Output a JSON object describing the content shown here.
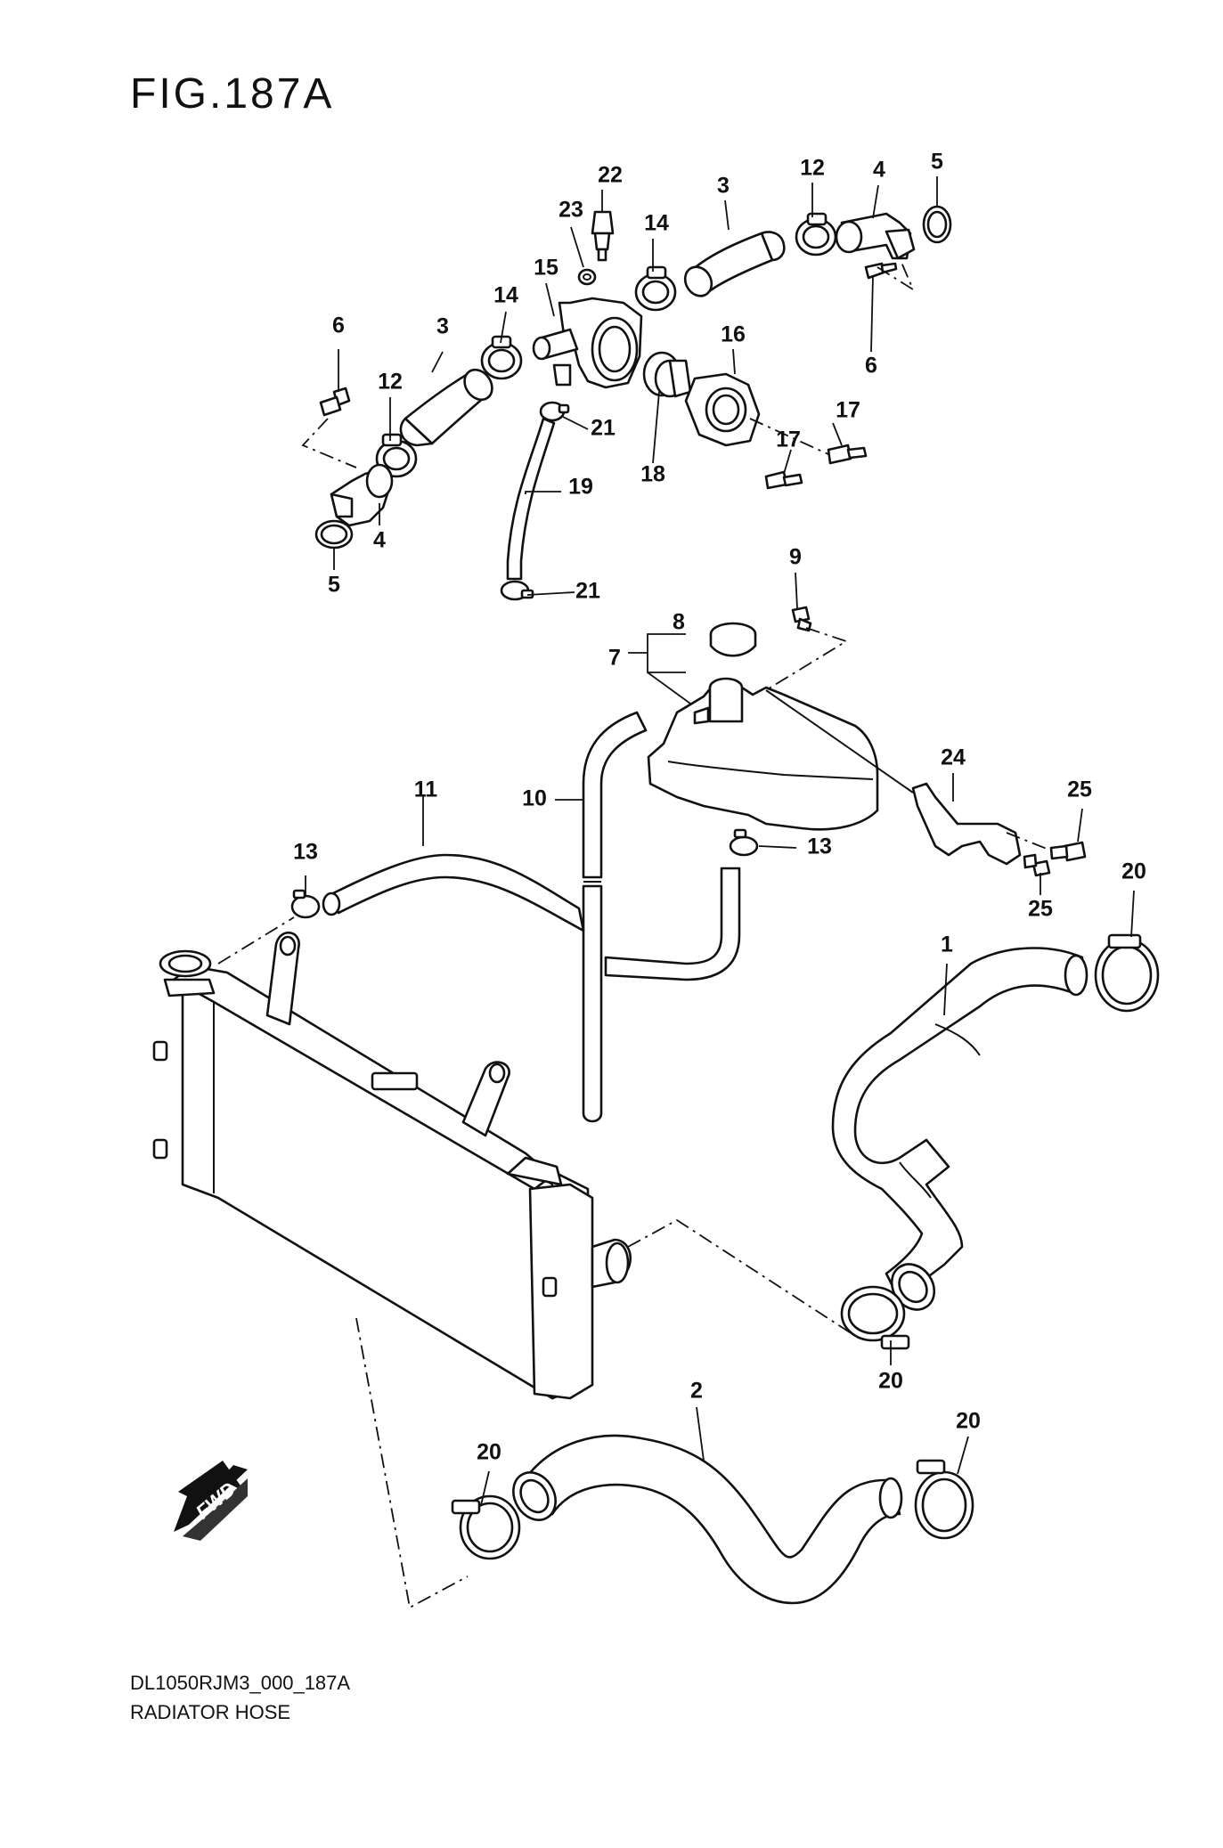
{
  "figure": {
    "title": "FIG.187A",
    "code": "DL1050RJM3_000_187A",
    "name": "RADIATOR HOSE",
    "direction_label": "FWD"
  },
  "callouts": {
    "c1": "1",
    "c2": "2",
    "c3a": "3",
    "c3b": "3",
    "c4a": "4",
    "c4b": "4",
    "c5a": "5",
    "c5b": "5",
    "c6a": "6",
    "c6b": "6",
    "c7": "7",
    "c8": "8",
    "c9": "9",
    "c10": "10",
    "c11": "11",
    "c12a": "12",
    "c12b": "12",
    "c13a": "13",
    "c13b": "13",
    "c14a": "14",
    "c14b": "14",
    "c15": "15",
    "c16": "16",
    "c17a": "17",
    "c17b": "17",
    "c18": "18",
    "c19": "19",
    "c20a": "20",
    "c20b": "20",
    "c20c": "20",
    "c20d": "20",
    "c21a": "21",
    "c21b": "21",
    "c22": "22",
    "c23": "23",
    "c24": "24",
    "c25a": "25",
    "c25b": "25"
  }
}
